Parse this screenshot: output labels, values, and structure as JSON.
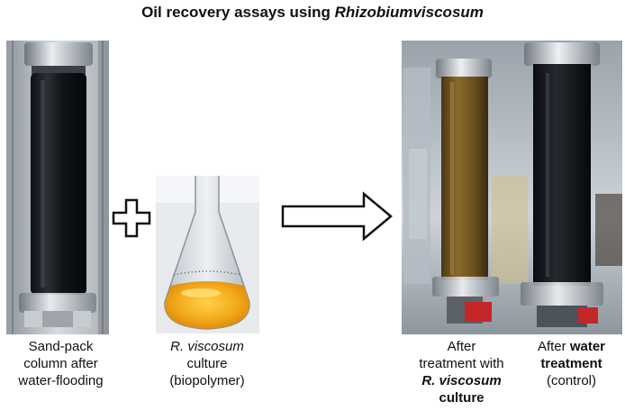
{
  "title": {
    "prefix": "Oil recovery assays using ",
    "organism": "Rhizobiumviscosum"
  },
  "captions": {
    "sandpack": [
      "Sand-pack",
      "column after",
      "water-flooding"
    ],
    "culture": {
      "name": "R. viscosum",
      "line2": "culture",
      "line3": "(biopolymer)"
    },
    "treated": {
      "line1": "After",
      "line2": "treatment with",
      "line3": "R. viscosum",
      "line4": "culture"
    },
    "control": {
      "line1a": "After ",
      "line1b": "water",
      "line2": "treatment",
      "line3": "(control)"
    }
  },
  "symbols": {
    "plus": "plus-sign",
    "arrow": "right-arrow"
  },
  "colors": {
    "oil_black": "#151a1e",
    "culture_orange": "#f0a21a",
    "treated_brown": "#6b5020"
  }
}
